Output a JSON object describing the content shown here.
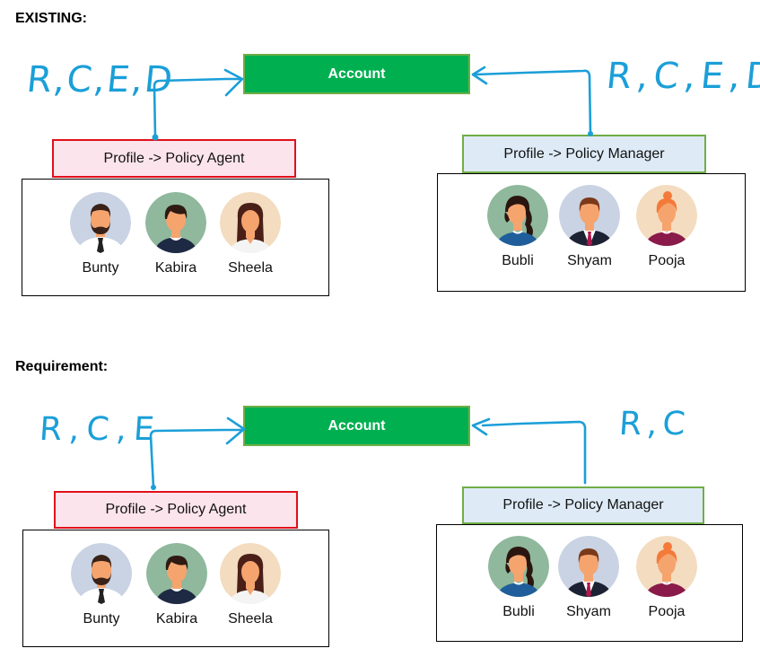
{
  "sections": [
    {
      "heading": "EXISTING:",
      "account_label": "Account",
      "agent": {
        "profile_label": "Profile -> Policy Agent",
        "permissions": "R,C,E,D",
        "members": [
          "Bunty",
          "Kabira",
          "Sheela"
        ]
      },
      "manager": {
        "profile_label": "Profile -> Policy Manager",
        "permissions": "R,C,E,D",
        "members": [
          "Bubli",
          "Shyam",
          "Pooja"
        ]
      }
    },
    {
      "heading": "Requirement:",
      "account_label": "Account",
      "agent": {
        "profile_label": "Profile -> Policy Agent",
        "permissions": "R,C,E",
        "members": [
          "Bunty",
          "Kabira",
          "Sheela"
        ]
      },
      "manager": {
        "profile_label": "Profile -> Policy Manager",
        "permissions": "R,C",
        "members": [
          "Bubli",
          "Shyam",
          "Pooja"
        ]
      }
    }
  ],
  "colors": {
    "account_fill": "#00b050",
    "account_border": "#70ad47",
    "agent_fill": "#fce4ec",
    "agent_border": "#e0101a",
    "manager_fill": "#deebf7",
    "manager_border": "#70ad47",
    "annotation_ink": "#1b9fd8"
  },
  "avatar_icons": {
    "Bunty": "bearded-man-avatar-icon",
    "Kabira": "boy-avatar-icon",
    "Sheela": "woman-long-hair-avatar-icon",
    "Bubli": "woman-wavy-hair-avatar-icon",
    "Shyam": "man-suit-avatar-icon",
    "Pooja": "woman-bun-avatar-icon"
  }
}
